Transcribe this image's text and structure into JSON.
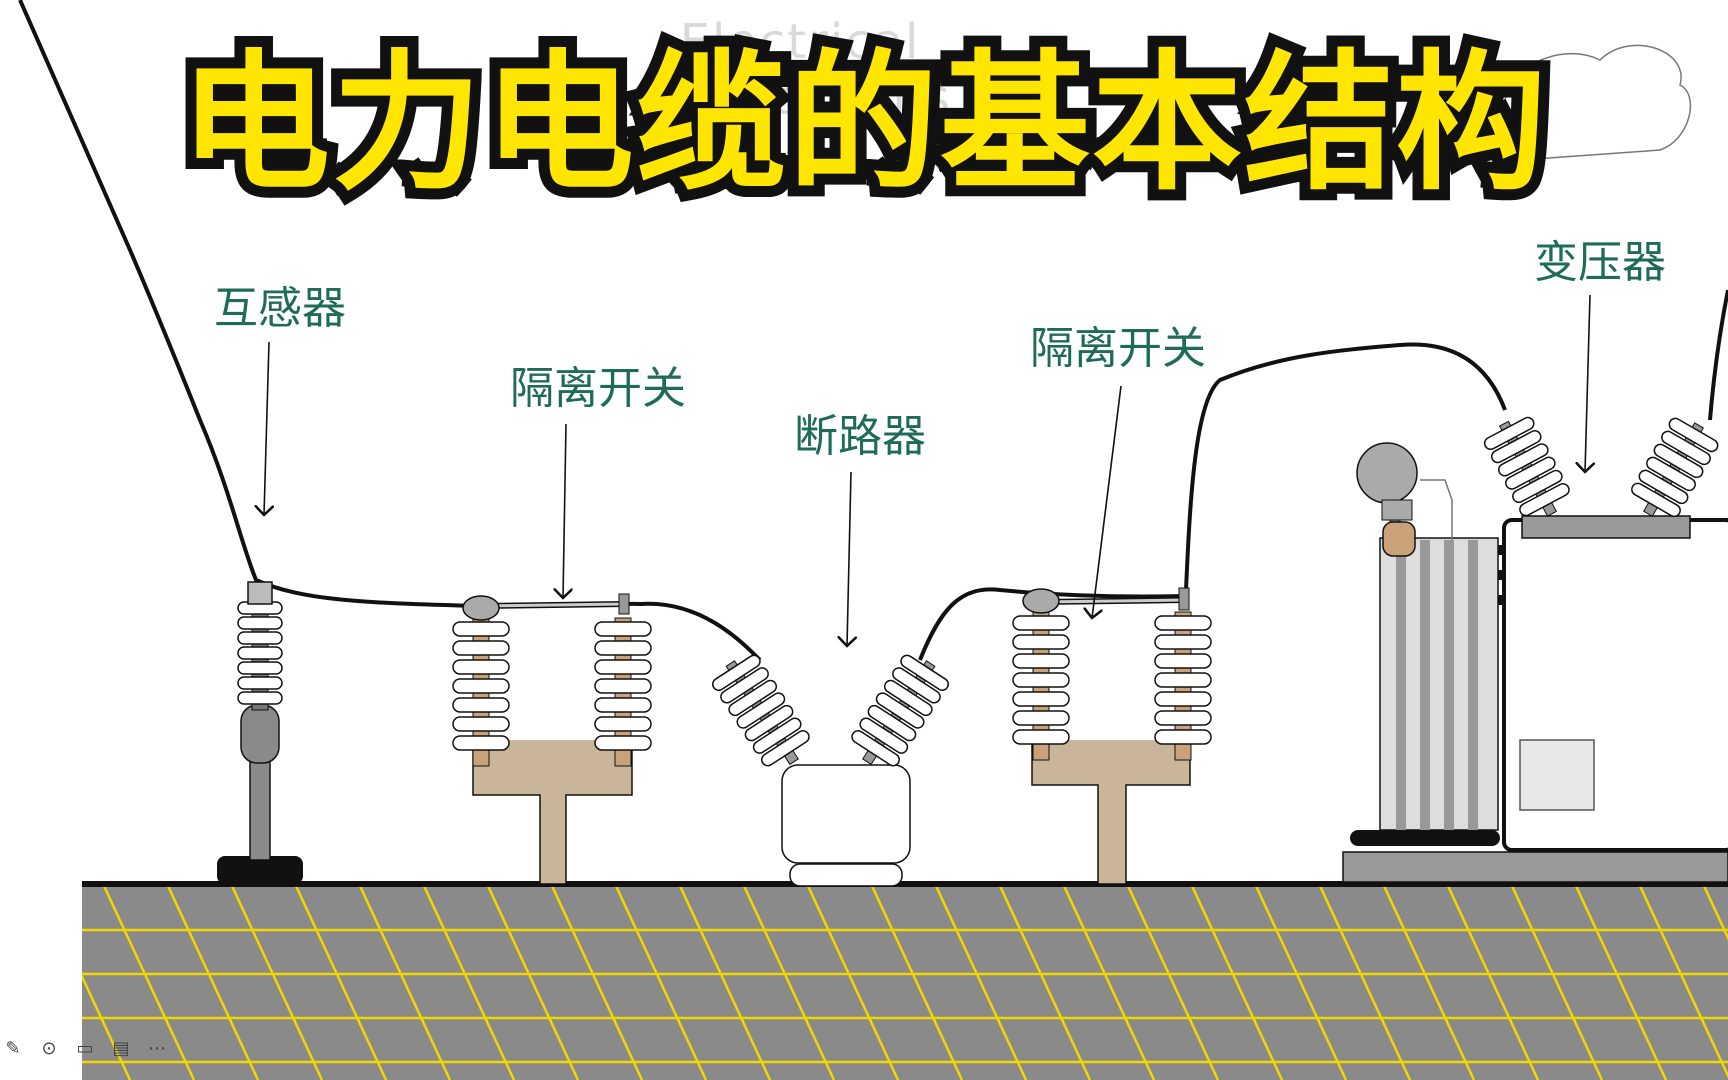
{
  "title": "电力电缆的基本结构",
  "watermark": "Electrical Substations",
  "labels": {
    "transformer_ct": "互感器",
    "isolator_left": "隔离开关",
    "breaker": "断路器",
    "isolator_right": "隔离开关",
    "power_transformer": "变压器"
  },
  "colors": {
    "title_fill": "#ffe600",
    "title_stroke": "#111111",
    "label_text": "#1f6b5a",
    "ground_fill": "#8a8a8a",
    "ground_grid": "#f2d600",
    "insulator": "#ffffff",
    "bracket": "#c9b59a"
  },
  "toolbar": {
    "icons": [
      "pencil-icon",
      "screenshot-icon",
      "camera-icon",
      "comment-icon",
      "more-icon"
    ]
  }
}
